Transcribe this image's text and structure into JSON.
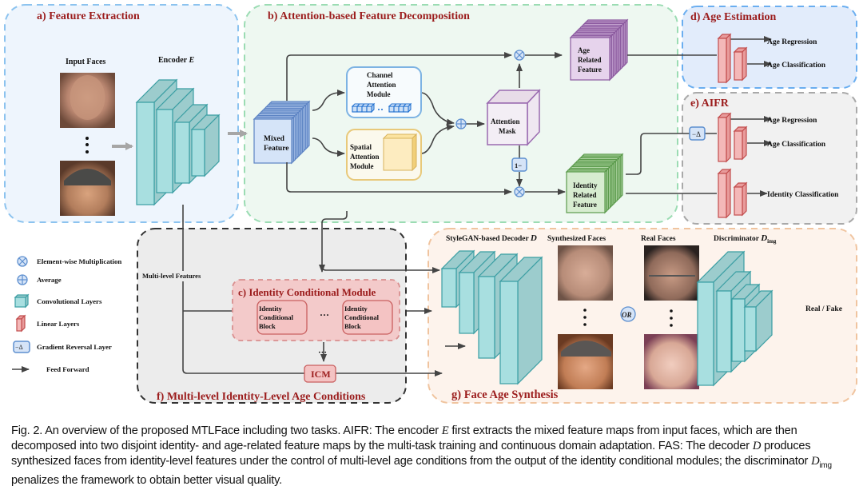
{
  "panels": {
    "a": "a) Feature Extraction",
    "b": "b) Attention-based Feature Decomposition",
    "c": "c) Identity Conditional Module",
    "d": "d) Age Estimation",
    "e": "e) AIFR",
    "f": "f) Multi-level Identity-Level Age Conditions",
    "g": "g) Face Age Synthesis"
  },
  "labels": {
    "input_faces": "Input Faces",
    "encoder": "Encoder ",
    "encoder_sym": "E",
    "mixed_feature": [
      "Mixed",
      "Feature"
    ],
    "channel_attention": [
      "Channel",
      "Attention",
      "Module"
    ],
    "spatial_attention": [
      "Spatial",
      "Attention",
      "Module"
    ],
    "attention_mask": [
      "Attention",
      "Mask"
    ],
    "one_minus": "1−",
    "age_related": [
      "Age",
      "Related",
      "Feature"
    ],
    "identity_related": [
      "Identity",
      "Related",
      "Feature"
    ],
    "age_regression": "Age Regression",
    "age_classification": "Age Classification",
    "identity_classification": "Identity Classification",
    "grl_symbol": "−Δ",
    "multi_level_features": "Multi-level Features",
    "icb": [
      "Identity",
      "Conditional",
      "Block"
    ],
    "icm": "ICM",
    "ellipsis": "···",
    "decoder": "StyleGAN-based Decoder ",
    "decoder_sym": "D",
    "synthesized_faces": "Synthesized Faces",
    "real_faces": "Real Faces",
    "or": "OR",
    "discriminator": "Discriminator ",
    "discriminator_sym": "D",
    "discriminator_sub": "img",
    "real_fake": "Real / Fake"
  },
  "legend": [
    {
      "icon": "element-wise-multiplication-icon",
      "label": "Element-wise Multiplication"
    },
    {
      "icon": "average-icon",
      "label": "Average"
    },
    {
      "icon": "convolutional-layer-icon",
      "label": "Convolutional Layers"
    },
    {
      "icon": "linear-layer-icon",
      "label": "Linear Layers"
    },
    {
      "icon": "gradient-reversal-icon",
      "label": "Gradient Reversal Layer"
    },
    {
      "icon": "arrow-icon",
      "label": "Feed Forward"
    }
  ],
  "caption": {
    "p1": "Fig. 2. An overview of the proposed MTLFace including two tasks. AIFR: The encoder ",
    "E": "E",
    "p2": " first extracts the mixed feature maps from input faces, which are then decomposed into two disjoint identity- and age-related feature maps by the multi-task training and continuous domain adaptation. FAS: The decoder ",
    "D": "D",
    "p3": " produces synthesized faces from identity-level features under the control of multi-level age conditions from the output of the identity conditional modules; the discriminator ",
    "Dimg_sub": "img",
    "p4": " penalizes the framework to obtain better visual quality."
  },
  "colors": {
    "title_red": "#9b1c1c",
    "conv_teal": "#a8dfe0",
    "linear_red": "#f4b8b8",
    "panel_a_bg": "#eef5fd",
    "panel_b_bg": "#eef8f1",
    "panel_d_bg": "#e2ecfb",
    "panel_e_bg": "#f1f1f1",
    "panel_f_bg": "#ececec",
    "panel_g_bg": "#fdf3ec"
  }
}
